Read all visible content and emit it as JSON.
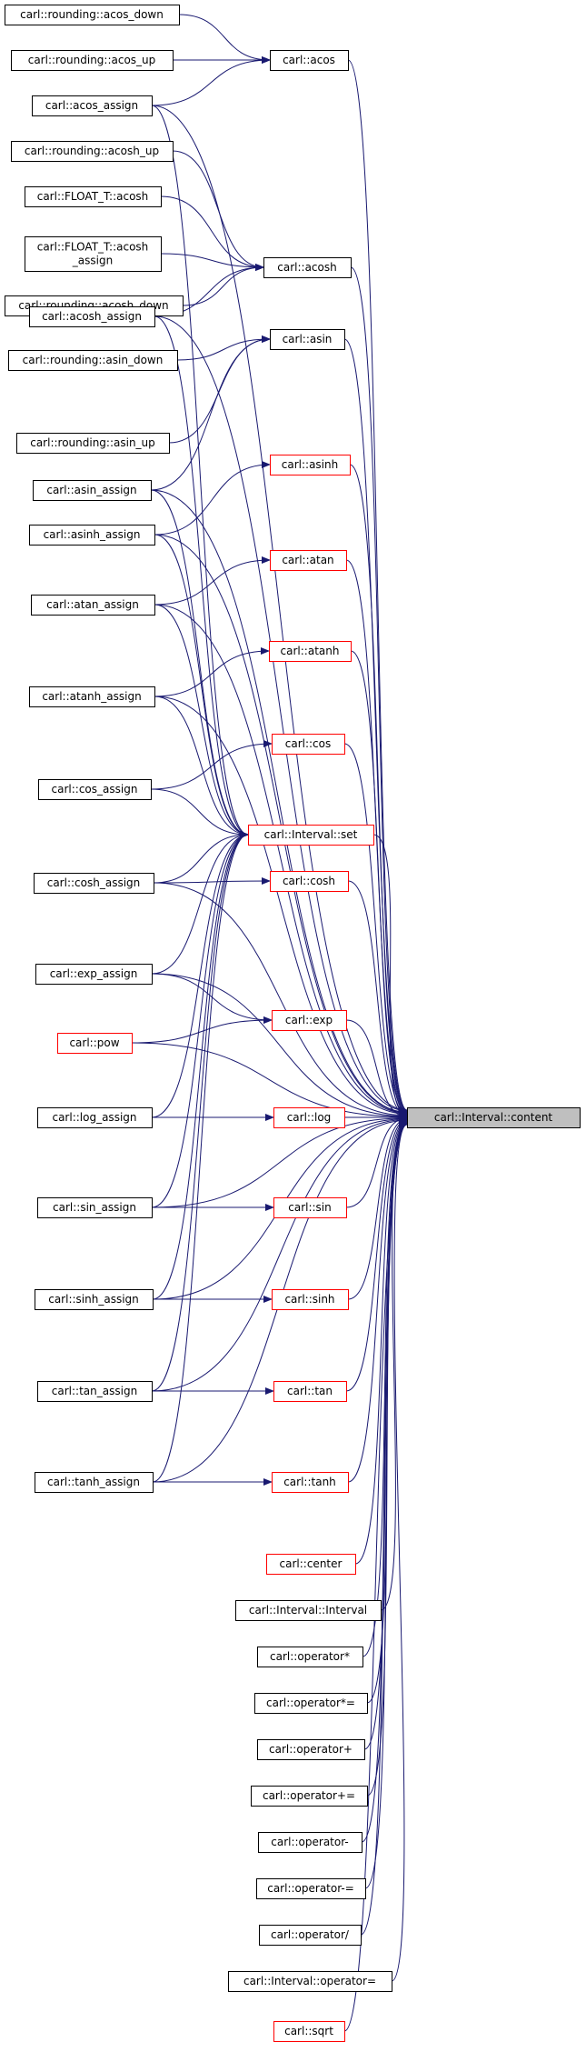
{
  "colors": {
    "edge": "#191970",
    "box_border": "#000000",
    "box_border_red": "#ff0000",
    "focus_fill": "#bfbfbf"
  },
  "nodes": [
    {
      "id": "content",
      "lines": [
        "carl::Interval::content"
      ],
      "style": "focus"
    },
    {
      "id": "acos_down",
      "lines": [
        "carl::rounding::acos_down"
      ],
      "style": "black"
    },
    {
      "id": "acos_up",
      "lines": [
        "carl::rounding::acos_up"
      ],
      "style": "black"
    },
    {
      "id": "acos",
      "lines": [
        "carl::acos"
      ],
      "style": "black"
    },
    {
      "id": "acos_assign",
      "lines": [
        "carl::acos_assign"
      ],
      "style": "black"
    },
    {
      "id": "acosh_up",
      "lines": [
        "carl::rounding::acosh_up"
      ],
      "style": "black"
    },
    {
      "id": "float_acosh",
      "lines": [
        "carl::FLOAT_T::acosh"
      ],
      "style": "black"
    },
    {
      "id": "float_acosh_assign",
      "lines": [
        "carl::FLOAT_T::acosh",
        "_assign"
      ],
      "style": "black"
    },
    {
      "id": "acosh",
      "lines": [
        "carl::acosh"
      ],
      "style": "black"
    },
    {
      "id": "acosh_down",
      "lines": [
        "carl::rounding::acosh_down"
      ],
      "style": "black"
    },
    {
      "id": "acosh_assign",
      "lines": [
        "carl::acosh_assign"
      ],
      "style": "black"
    },
    {
      "id": "asin",
      "lines": [
        "carl::asin"
      ],
      "style": "black"
    },
    {
      "id": "asin_down",
      "lines": [
        "carl::rounding::asin_down"
      ],
      "style": "black"
    },
    {
      "id": "asin_up",
      "lines": [
        "carl::rounding::asin_up"
      ],
      "style": "black"
    },
    {
      "id": "asin_assign",
      "lines": [
        "carl::asin_assign"
      ],
      "style": "black"
    },
    {
      "id": "asinh",
      "lines": [
        "carl::asinh"
      ],
      "style": "red"
    },
    {
      "id": "asinh_assign",
      "lines": [
        "carl::asinh_assign"
      ],
      "style": "black"
    },
    {
      "id": "atan",
      "lines": [
        "carl::atan"
      ],
      "style": "red"
    },
    {
      "id": "atan_assign",
      "lines": [
        "carl::atan_assign"
      ],
      "style": "black"
    },
    {
      "id": "atanh",
      "lines": [
        "carl::atanh"
      ],
      "style": "red"
    },
    {
      "id": "atanh_assign",
      "lines": [
        "carl::atanh_assign"
      ],
      "style": "black"
    },
    {
      "id": "cos",
      "lines": [
        "carl::cos"
      ],
      "style": "red"
    },
    {
      "id": "cos_assign",
      "lines": [
        "carl::cos_assign"
      ],
      "style": "black"
    },
    {
      "id": "set",
      "lines": [
        "carl::Interval::set"
      ],
      "style": "red"
    },
    {
      "id": "cosh",
      "lines": [
        "carl::cosh"
      ],
      "style": "red"
    },
    {
      "id": "cosh_assign",
      "lines": [
        "carl::cosh_assign"
      ],
      "style": "black"
    },
    {
      "id": "exp_assign",
      "lines": [
        "carl::exp_assign"
      ],
      "style": "black"
    },
    {
      "id": "exp",
      "lines": [
        "carl::exp"
      ],
      "style": "red"
    },
    {
      "id": "pow",
      "lines": [
        "carl::pow"
      ],
      "style": "red"
    },
    {
      "id": "log",
      "lines": [
        "carl::log"
      ],
      "style": "red"
    },
    {
      "id": "log_assign",
      "lines": [
        "carl::log_assign"
      ],
      "style": "black"
    },
    {
      "id": "sin",
      "lines": [
        "carl::sin"
      ],
      "style": "red"
    },
    {
      "id": "sin_assign",
      "lines": [
        "carl::sin_assign"
      ],
      "style": "black"
    },
    {
      "id": "sinh",
      "lines": [
        "carl::sinh"
      ],
      "style": "red"
    },
    {
      "id": "sinh_assign",
      "lines": [
        "carl::sinh_assign"
      ],
      "style": "black"
    },
    {
      "id": "tan",
      "lines": [
        "carl::tan"
      ],
      "style": "red"
    },
    {
      "id": "tan_assign",
      "lines": [
        "carl::tan_assign"
      ],
      "style": "black"
    },
    {
      "id": "tanh",
      "lines": [
        "carl::tanh"
      ],
      "style": "red"
    },
    {
      "id": "tanh_assign",
      "lines": [
        "carl::tanh_assign"
      ],
      "style": "black"
    },
    {
      "id": "center",
      "lines": [
        "carl::center"
      ],
      "style": "red"
    },
    {
      "id": "interval_ctor",
      "lines": [
        "carl::Interval::Interval"
      ],
      "style": "black"
    },
    {
      "id": "op_mul",
      "lines": [
        "carl::operator*"
      ],
      "style": "black"
    },
    {
      "id": "op_mul_eq",
      "lines": [
        "carl::operator*="
      ],
      "style": "black"
    },
    {
      "id": "op_plus",
      "lines": [
        "carl::operator+"
      ],
      "style": "black"
    },
    {
      "id": "op_plus_eq",
      "lines": [
        "carl::operator+="
      ],
      "style": "black"
    },
    {
      "id": "op_minus",
      "lines": [
        "carl::operator-"
      ],
      "style": "black"
    },
    {
      "id": "op_minus_eq",
      "lines": [
        "carl::operator-="
      ],
      "style": "black"
    },
    {
      "id": "op_div",
      "lines": [
        "carl::operator/"
      ],
      "style": "black"
    },
    {
      "id": "interval_assign_op",
      "lines": [
        "carl::Interval::operator="
      ],
      "style": "black"
    },
    {
      "id": "sqrt",
      "lines": [
        "carl::sqrt"
      ],
      "style": "red"
    }
  ],
  "edges": [
    [
      "acos_down",
      "acos"
    ],
    [
      "acos_up",
      "acos"
    ],
    [
      "acos_assign",
      "acos"
    ],
    [
      "acos",
      "content"
    ],
    [
      "acos_assign",
      "set"
    ],
    [
      "acos_assign",
      "content"
    ],
    [
      "acosh_up",
      "acosh"
    ],
    [
      "float_acosh",
      "acosh"
    ],
    [
      "float_acosh_assign",
      "acosh"
    ],
    [
      "acosh_down",
      "acosh"
    ],
    [
      "acosh_assign",
      "acosh"
    ],
    [
      "acosh",
      "content"
    ],
    [
      "acosh_assign",
      "set"
    ],
    [
      "acosh_assign",
      "content"
    ],
    [
      "asin_down",
      "asin"
    ],
    [
      "asin_up",
      "asin"
    ],
    [
      "asin_assign",
      "asin"
    ],
    [
      "asin",
      "content"
    ],
    [
      "asin_assign",
      "set"
    ],
    [
      "asin_assign",
      "content"
    ],
    [
      "asinh_assign",
      "asinh"
    ],
    [
      "asinh",
      "content"
    ],
    [
      "asinh_assign",
      "set"
    ],
    [
      "asinh_assign",
      "content"
    ],
    [
      "atan_assign",
      "atan"
    ],
    [
      "atan",
      "content"
    ],
    [
      "atan_assign",
      "set"
    ],
    [
      "atan_assign",
      "content"
    ],
    [
      "atanh_assign",
      "atanh"
    ],
    [
      "atanh",
      "content"
    ],
    [
      "atanh_assign",
      "set"
    ],
    [
      "atanh_assign",
      "content"
    ],
    [
      "cos_assign",
      "cos"
    ],
    [
      "cos",
      "content"
    ],
    [
      "cos_assign",
      "set"
    ],
    [
      "set",
      "content"
    ],
    [
      "cosh_assign",
      "cosh"
    ],
    [
      "cosh",
      "content"
    ],
    [
      "cosh_assign",
      "set"
    ],
    [
      "cosh_assign",
      "content"
    ],
    [
      "exp_assign",
      "set"
    ],
    [
      "exp_assign",
      "exp"
    ],
    [
      "exp_assign",
      "content"
    ],
    [
      "pow",
      "exp"
    ],
    [
      "pow",
      "content"
    ],
    [
      "exp",
      "content"
    ],
    [
      "log_assign",
      "log"
    ],
    [
      "log",
      "content"
    ],
    [
      "log_assign",
      "set"
    ],
    [
      "log_assign",
      "content"
    ],
    [
      "sin_assign",
      "sin"
    ],
    [
      "sin",
      "content"
    ],
    [
      "sin_assign",
      "set"
    ],
    [
      "sin_assign",
      "content"
    ],
    [
      "sinh_assign",
      "sinh"
    ],
    [
      "sinh",
      "content"
    ],
    [
      "sinh_assign",
      "set"
    ],
    [
      "sinh_assign",
      "content"
    ],
    [
      "tan_assign",
      "tan"
    ],
    [
      "tan",
      "content"
    ],
    [
      "tan_assign",
      "set"
    ],
    [
      "tan_assign",
      "content"
    ],
    [
      "tanh_assign",
      "tanh"
    ],
    [
      "tanh",
      "content"
    ],
    [
      "tanh_assign",
      "set"
    ],
    [
      "tanh_assign",
      "content"
    ],
    [
      "center",
      "content"
    ],
    [
      "interval_ctor",
      "content"
    ],
    [
      "op_mul",
      "content"
    ],
    [
      "op_mul_eq",
      "content"
    ],
    [
      "op_plus",
      "content"
    ],
    [
      "op_plus_eq",
      "content"
    ],
    [
      "op_minus",
      "content"
    ],
    [
      "op_minus_eq",
      "content"
    ],
    [
      "op_div",
      "content"
    ],
    [
      "interval_assign_op",
      "content"
    ],
    [
      "sqrt",
      "content"
    ]
  ]
}
